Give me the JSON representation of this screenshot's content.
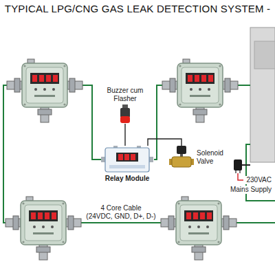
{
  "diagram": {
    "title": "TYPICAL LPG/CNG GAS LEAK DETECTION SYSTEM -",
    "nodes": [
      {
        "text": [
          "Buzzer cum Flasher"
        ]
      },
      {
        "text": [
          "Relay Module"
        ]
      },
      {
        "text": [
          "Solenoid Valve"
        ]
      }
    ],
    "edges": [
      {
        "from": 1,
        "to": 0,
        "arrow": "none"
      },
      {
        "from": 1,
        "to": 2,
        "arrow": "none"
      }
    ],
    "labels": [
      "4 Core Cable",
      "(24VDC, GND, D+, D-)",
      "230VAC",
      "Mains Supply"
    ]
  }
}
